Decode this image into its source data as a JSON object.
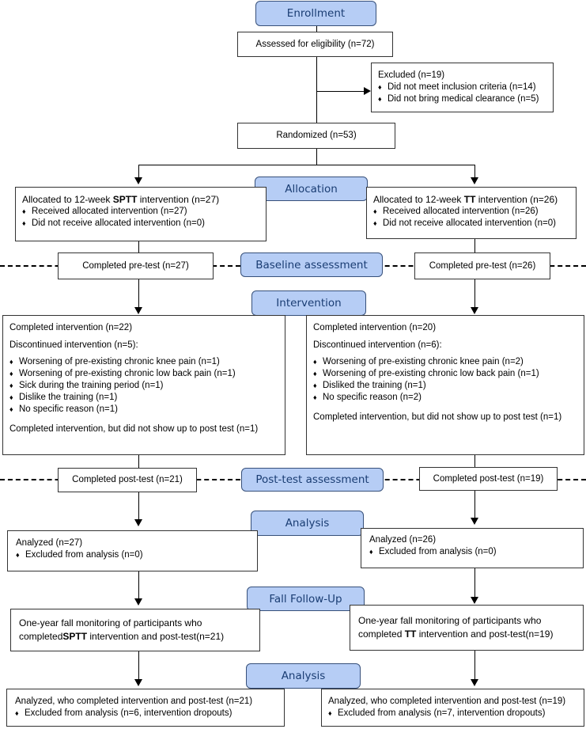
{
  "stages": {
    "enrollment": "Enrollment",
    "allocation": "Allocation",
    "baseline": "Baseline assessment",
    "intervention": "Intervention",
    "posttest": "Post-test assessment",
    "analysis1": "Analysis",
    "fall": "Fall Follow-Up",
    "analysis2": "Analysis"
  },
  "assessed": "Assessed for eligibility (n=72)",
  "excluded": {
    "title": "Excluded (n=19)",
    "items": [
      "Did not meet inclusion criteria (n=14)",
      "Did not bring medical clearance (n=5)"
    ]
  },
  "randomized": "Randomized (n=53)",
  "left": {
    "alloc_pre": "Allocated to 12-week ",
    "alloc_bold": "SPTT",
    "alloc_post": " intervention (n=27)",
    "alloc_items": [
      "Received allocated intervention (n=27)",
      "Did not receive allocated intervention (n=0)"
    ],
    "pretest": "Completed pre-test (n=27)",
    "completed": "Completed intervention (n=22)",
    "discontinued": "Discontinued intervention (n=5):",
    "reasons": [
      "Worsening of pre-existing chronic knee pain (n=1)",
      "Worsening of pre-existing chronic low back pain (n=1)",
      "Sick during the training period (n=1)",
      "Dislike the training (n=1)",
      "No specific reason (n=1)"
    ],
    "noshow": "Completed intervention, but did not show up to post test (n=1)",
    "posttest": "Completed post-test (n=21)",
    "analyzed": "Analyzed (n=27)",
    "analyzed_item": "Excluded from analysis (n=0)",
    "fall_line1": "One-year fall monitoring of participants who",
    "fall_pre": "completed",
    "fall_bold": "SPTT",
    "fall_post": " intervention and post-test(n=21)",
    "final": "Analyzed, who completed intervention and post-test (n=21)",
    "final_item": "Excluded from analysis (n=6, intervention dropouts)"
  },
  "right": {
    "alloc_pre": "Allocated to 12-week ",
    "alloc_bold": "TT",
    "alloc_post": " intervention (n=26)",
    "alloc_items": [
      "Received allocated intervention (n=26)",
      "Did not receive allocated intervention (n=0)"
    ],
    "pretest": "Completed pre-test (n=26)",
    "completed": "Completed intervention (n=20)",
    "discontinued": "Discontinued intervention (n=6):",
    "reasons": [
      "Worsening of pre-existing chronic knee pain (n=2)",
      "Worsening of pre-existing chronic low back pain (n=1)",
      "Disliked the training (n=1)",
      "No specific reason (n=2)"
    ],
    "noshow": "Completed intervention, but did not show up to post test (n=1)",
    "posttest": "Completed post-test (n=19)",
    "analyzed": "Analyzed (n=26)",
    "analyzed_item": "Excluded from analysis (n=0)",
    "fall_line1": "One-year fall monitoring of participants who",
    "fall_pre": "completed ",
    "fall_bold": "TT",
    "fall_post": " intervention and post-test(n=19)",
    "final": "Analyzed, who completed intervention and post-test (n=19)",
    "final_item": "Excluded from analysis (n=7, intervention dropouts)"
  }
}
